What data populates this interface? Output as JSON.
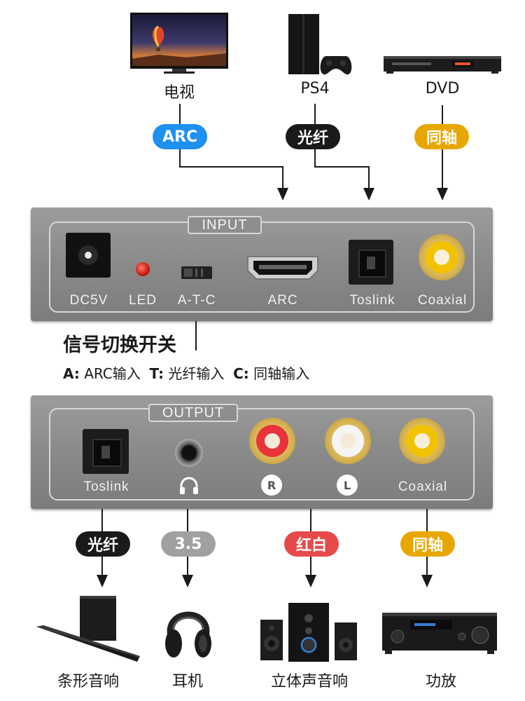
{
  "sources": [
    {
      "label": "电视",
      "badge": "ARC",
      "badge_color": "#1e90f0"
    },
    {
      "label": "PS4",
      "badge": "光纤",
      "badge_color": "#1a1a1a"
    },
    {
      "label": "DVD",
      "badge": "同轴",
      "badge_color": "#e8a700"
    }
  ],
  "input_panel": {
    "title": "INPUT",
    "ports": [
      "DC5V",
      "LED",
      "A-T-C",
      "ARC",
      "Toslink",
      "Coaxial"
    ]
  },
  "switch_note": {
    "title": "信号切换开关",
    "legend": [
      {
        "key": "A:",
        "text": "ARC输入"
      },
      {
        "key": "T:",
        "text": "光纤输入"
      },
      {
        "key": "C:",
        "text": "同轴输入"
      }
    ]
  },
  "output_panel": {
    "title": "OUTPUT",
    "ports": [
      "Toslink",
      "Coaxial"
    ],
    "rl_badges": [
      "R",
      "L"
    ]
  },
  "outputs": [
    {
      "badge": "光纤",
      "badge_color": "#1a1a1a",
      "label": "条形音响"
    },
    {
      "badge": "3.5",
      "badge_color": "#a0a0a0",
      "label": "耳机"
    },
    {
      "badge": "红白",
      "badge_color": "#e84a4a",
      "label": "立体声音响"
    },
    {
      "badge": "同轴",
      "badge_color": "#e8a700",
      "label": "功放"
    }
  ]
}
